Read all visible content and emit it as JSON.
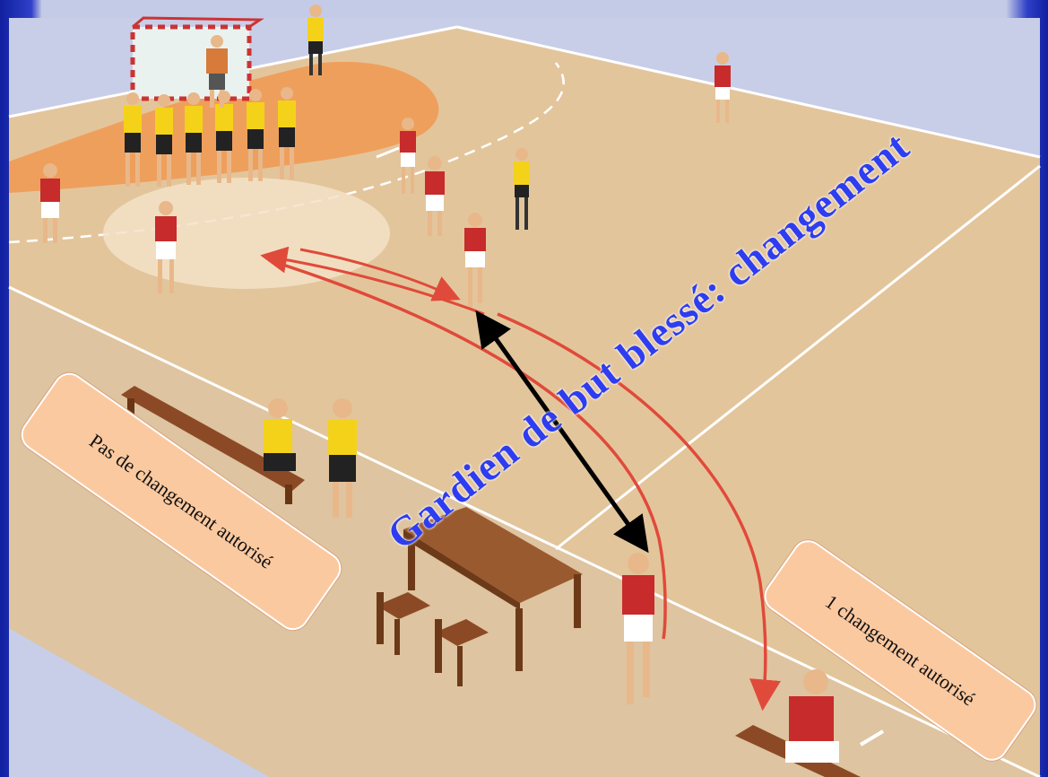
{
  "title": "Gardien de but blessé: changement",
  "callouts": {
    "left": "Pas de changement autorisé",
    "right": "1 changement autorisé"
  },
  "colors": {
    "court": "#e6c9a0",
    "goal_area": "#f1a96a",
    "lines": "#ffffff",
    "arrow_red": "#e04a3a",
    "arrow_black": "#000000",
    "title_blue": "#2e3df0",
    "callout_fill": "#fbc9a0"
  }
}
